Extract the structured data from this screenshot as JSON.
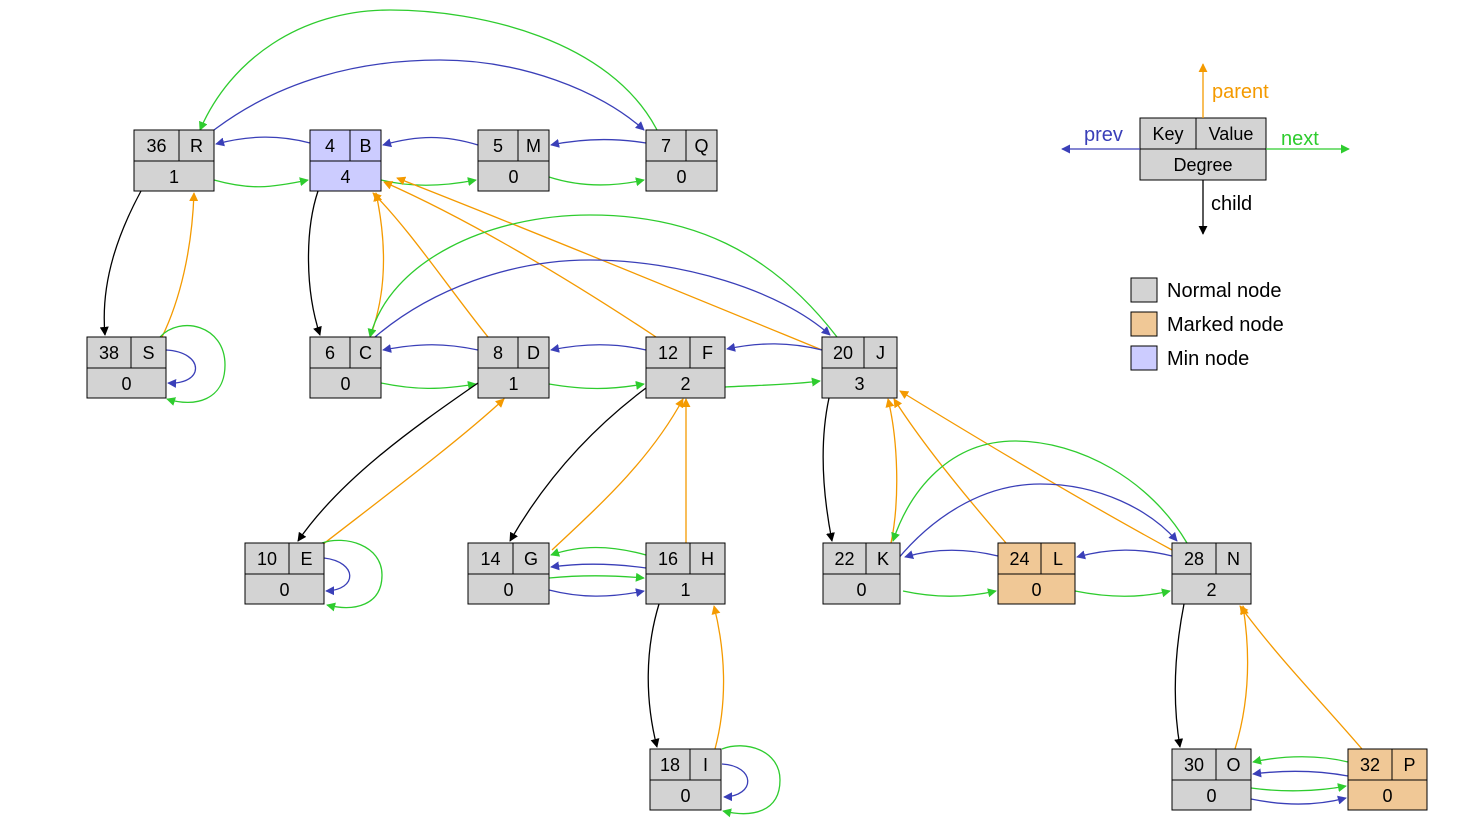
{
  "colors": {
    "child": "#000000",
    "parent": "#f49a00",
    "prev": "#3a3fb8",
    "next": "#2ecc2e",
    "normal": "#d3d3d3",
    "marked": "#f0c896",
    "min": "#ccccff"
  },
  "nodes": [
    {
      "id": "R",
      "key": "36",
      "value": "R",
      "degree": "1",
      "state": "normal"
    },
    {
      "id": "B",
      "key": "4",
      "value": "B",
      "degree": "4",
      "state": "min"
    },
    {
      "id": "M",
      "key": "5",
      "value": "M",
      "degree": "0",
      "state": "normal"
    },
    {
      "id": "Q",
      "key": "7",
      "value": "Q",
      "degree": "0",
      "state": "normal"
    },
    {
      "id": "S",
      "key": "38",
      "value": "S",
      "degree": "0",
      "state": "normal"
    },
    {
      "id": "C",
      "key": "6",
      "value": "C",
      "degree": "0",
      "state": "normal"
    },
    {
      "id": "D",
      "key": "8",
      "value": "D",
      "degree": "1",
      "state": "normal"
    },
    {
      "id": "F",
      "key": "12",
      "value": "F",
      "degree": "2",
      "state": "normal"
    },
    {
      "id": "J",
      "key": "20",
      "value": "J",
      "degree": "3",
      "state": "normal"
    },
    {
      "id": "E",
      "key": "10",
      "value": "E",
      "degree": "0",
      "state": "normal"
    },
    {
      "id": "G",
      "key": "14",
      "value": "G",
      "degree": "0",
      "state": "normal"
    },
    {
      "id": "H",
      "key": "16",
      "value": "H",
      "degree": "1",
      "state": "normal"
    },
    {
      "id": "K",
      "key": "22",
      "value": "K",
      "degree": "0",
      "state": "normal"
    },
    {
      "id": "L",
      "key": "24",
      "value": "L",
      "degree": "0",
      "state": "marked"
    },
    {
      "id": "N",
      "key": "28",
      "value": "N",
      "degree": "2",
      "state": "normal"
    },
    {
      "id": "I",
      "key": "18",
      "value": "I",
      "degree": "0",
      "state": "normal"
    },
    {
      "id": "O",
      "key": "30",
      "value": "O",
      "degree": "0",
      "state": "normal"
    },
    {
      "id": "P",
      "key": "32",
      "value": "P",
      "degree": "0",
      "state": "marked"
    }
  ],
  "edges": [
    {
      "from": "R",
      "to": "B",
      "type": "next"
    },
    {
      "from": "B",
      "to": "M",
      "type": "next"
    },
    {
      "from": "M",
      "to": "Q",
      "type": "next"
    },
    {
      "from": "Q",
      "to": "R",
      "type": "next"
    },
    {
      "from": "B",
      "to": "R",
      "type": "prev"
    },
    {
      "from": "M",
      "to": "B",
      "type": "prev"
    },
    {
      "from": "Q",
      "to": "M",
      "type": "prev"
    },
    {
      "from": "R",
      "to": "Q",
      "type": "prev"
    },
    {
      "from": "R",
      "to": "S",
      "type": "child"
    },
    {
      "from": "S",
      "to": "R",
      "type": "parent"
    },
    {
      "from": "S",
      "to": "S",
      "type": "prev"
    },
    {
      "from": "S",
      "to": "S",
      "type": "next"
    },
    {
      "from": "B",
      "to": "C",
      "type": "child"
    },
    {
      "from": "C",
      "to": "B",
      "type": "parent"
    },
    {
      "from": "D",
      "to": "B",
      "type": "parent"
    },
    {
      "from": "F",
      "to": "B",
      "type": "parent"
    },
    {
      "from": "J",
      "to": "B",
      "type": "parent"
    },
    {
      "from": "C",
      "to": "D",
      "type": "next"
    },
    {
      "from": "D",
      "to": "F",
      "type": "next"
    },
    {
      "from": "F",
      "to": "J",
      "type": "next"
    },
    {
      "from": "J",
      "to": "C",
      "type": "next"
    },
    {
      "from": "D",
      "to": "C",
      "type": "prev"
    },
    {
      "from": "F",
      "to": "D",
      "type": "prev"
    },
    {
      "from": "J",
      "to": "F",
      "type": "prev"
    },
    {
      "from": "C",
      "to": "J",
      "type": "prev"
    },
    {
      "from": "D",
      "to": "E",
      "type": "child"
    },
    {
      "from": "E",
      "to": "D",
      "type": "parent"
    },
    {
      "from": "E",
      "to": "E",
      "type": "prev"
    },
    {
      "from": "E",
      "to": "E",
      "type": "next"
    },
    {
      "from": "F",
      "to": "G",
      "type": "child"
    },
    {
      "from": "G",
      "to": "F",
      "type": "parent"
    },
    {
      "from": "H",
      "to": "F",
      "type": "parent"
    },
    {
      "from": "G",
      "to": "H",
      "type": "next"
    },
    {
      "from": "H",
      "to": "G",
      "type": "next"
    },
    {
      "from": "G",
      "to": "H",
      "type": "prev"
    },
    {
      "from": "H",
      "to": "G",
      "type": "prev"
    },
    {
      "from": "H",
      "to": "I",
      "type": "child"
    },
    {
      "from": "I",
      "to": "H",
      "type": "parent"
    },
    {
      "from": "I",
      "to": "I",
      "type": "prev"
    },
    {
      "from": "I",
      "to": "I",
      "type": "next"
    },
    {
      "from": "J",
      "to": "K",
      "type": "child"
    },
    {
      "from": "K",
      "to": "J",
      "type": "parent"
    },
    {
      "from": "L",
      "to": "J",
      "type": "parent"
    },
    {
      "from": "N",
      "to": "J",
      "type": "parent"
    },
    {
      "from": "K",
      "to": "L",
      "type": "next"
    },
    {
      "from": "L",
      "to": "N",
      "type": "next"
    },
    {
      "from": "N",
      "to": "K",
      "type": "next"
    },
    {
      "from": "L",
      "to": "K",
      "type": "prev"
    },
    {
      "from": "N",
      "to": "L",
      "type": "prev"
    },
    {
      "from": "K",
      "to": "N",
      "type": "prev"
    },
    {
      "from": "N",
      "to": "O",
      "type": "child"
    },
    {
      "from": "O",
      "to": "N",
      "type": "parent"
    },
    {
      "from": "P",
      "to": "N",
      "type": "parent"
    },
    {
      "from": "O",
      "to": "P",
      "type": "next"
    },
    {
      "from": "P",
      "to": "O",
      "type": "next"
    },
    {
      "from": "O",
      "to": "P",
      "type": "prev"
    },
    {
      "from": "P",
      "to": "O",
      "type": "prev"
    }
  ],
  "legend": {
    "key": "Key",
    "value": "Value",
    "degree": "Degree",
    "parent": "parent",
    "prev": "prev",
    "next": "next",
    "child": "child",
    "items": [
      {
        "label": "Normal node",
        "state": "normal"
      },
      {
        "label": "Marked node",
        "state": "marked"
      },
      {
        "label": "Min node",
        "state": "min"
      }
    ]
  }
}
